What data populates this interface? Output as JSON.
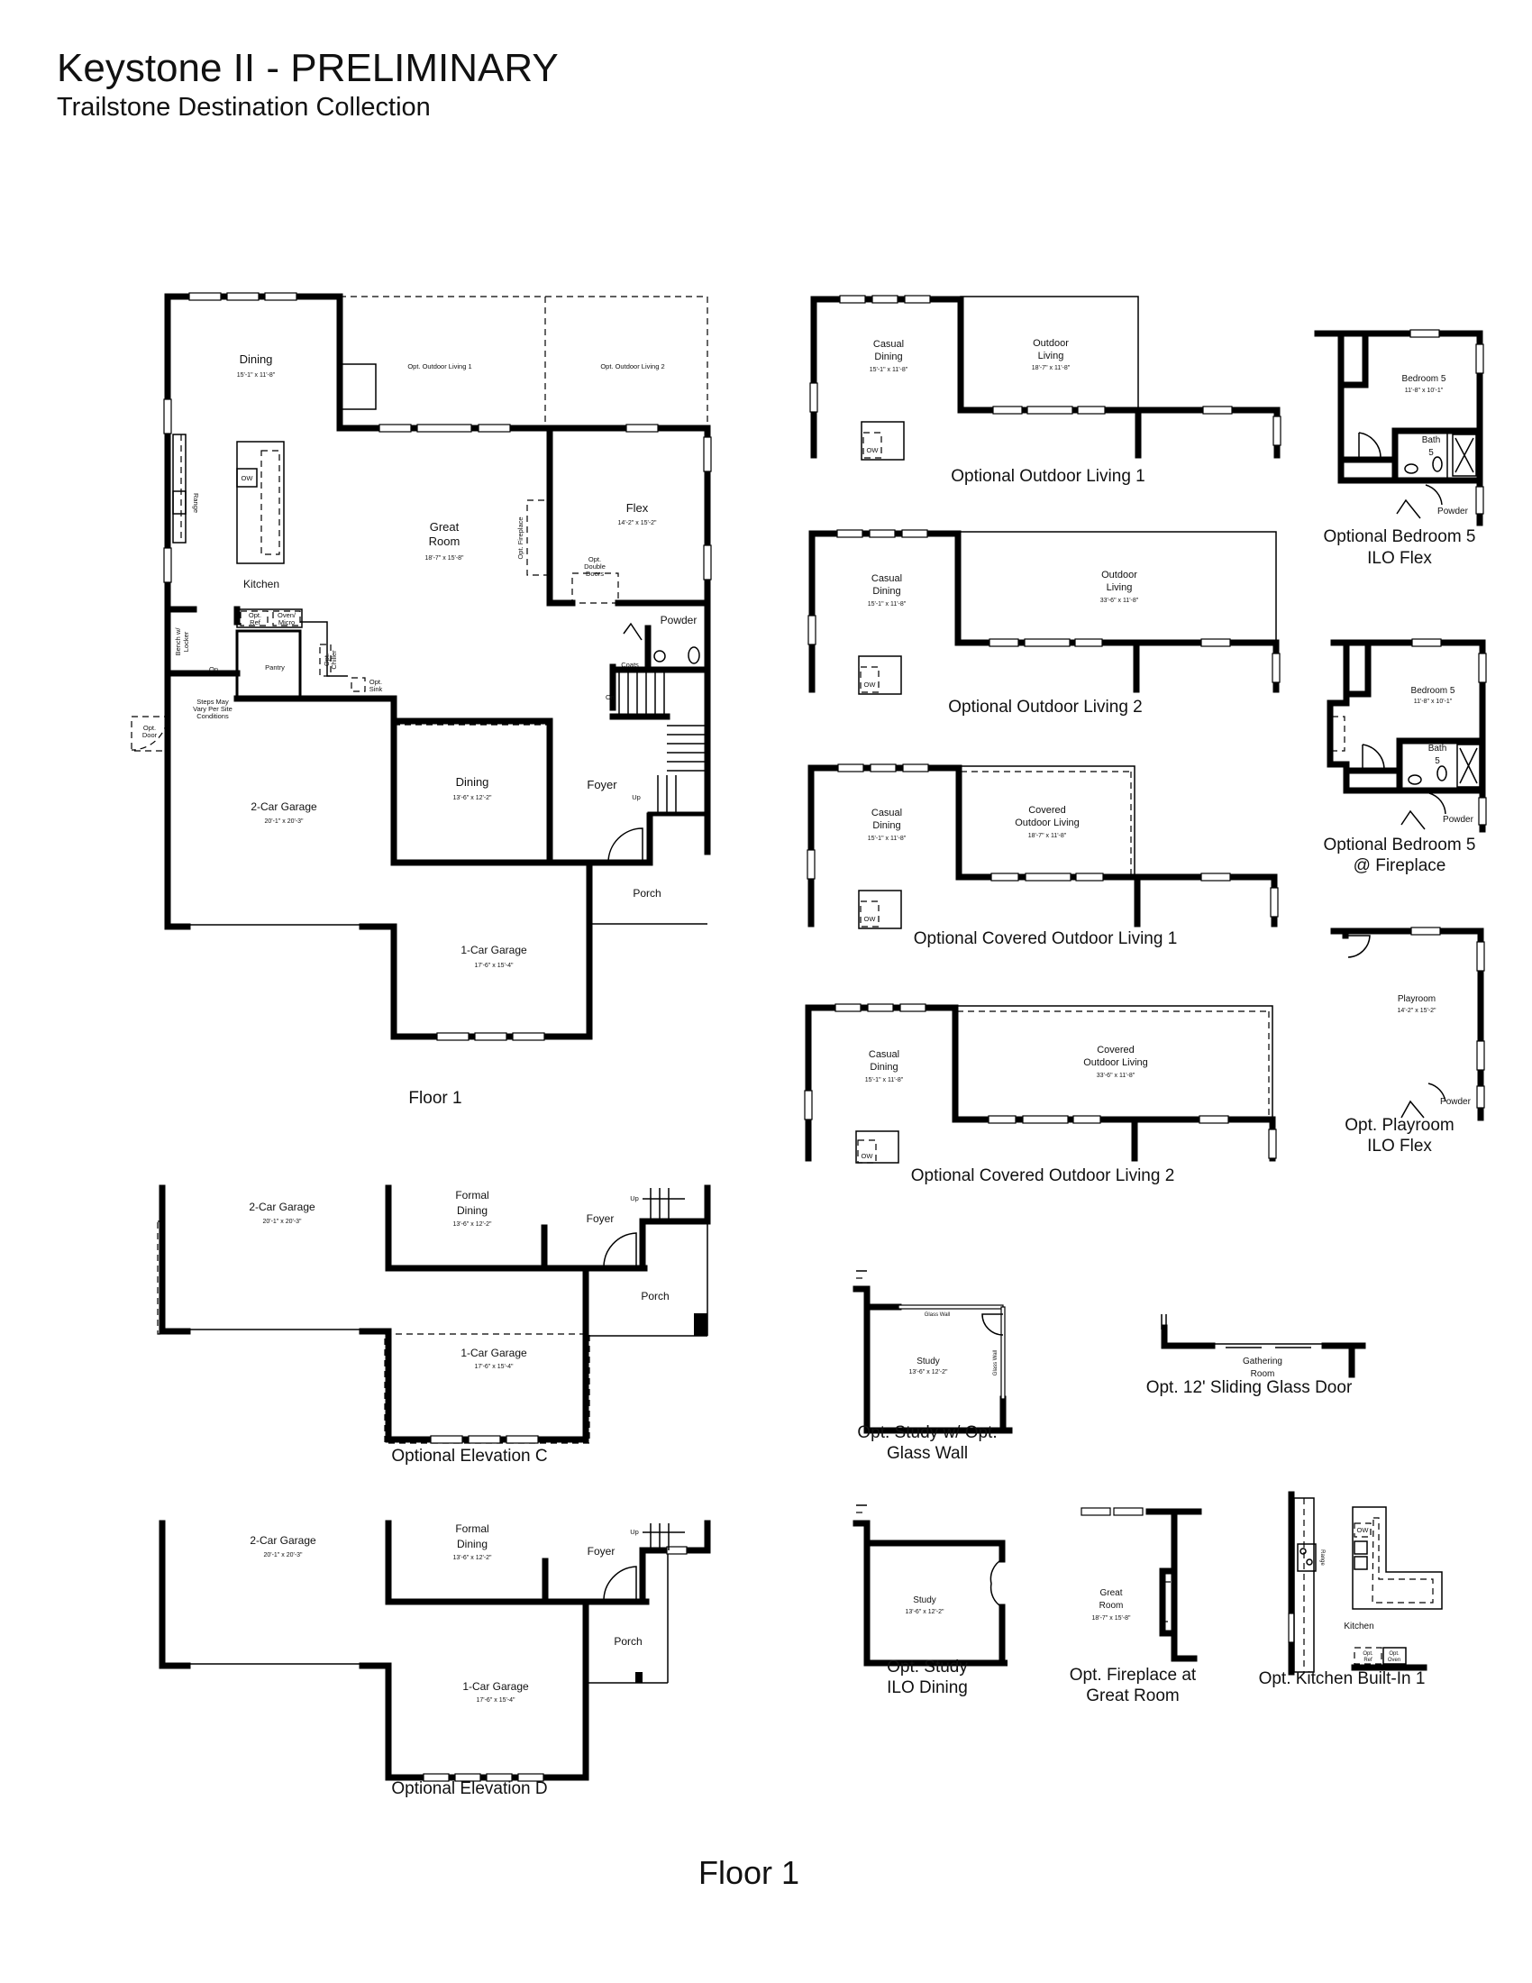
{
  "header": {
    "title": "Keystone II - PRELIMINARY",
    "subtitle": "Trailstone Destination Collection"
  },
  "main_plan": {
    "caption": "Floor 1",
    "dining": {
      "name": "Dining",
      "dim": "15'-1\" x 11'-8\""
    },
    "outdoor1": "Opt. Outdoor Living 1",
    "outdoor2": "Opt. Outdoor Living 2",
    "great_room": {
      "line1": "Great",
      "line2": "Room",
      "dim": "18'-7\" x 15'-8\""
    },
    "flex": {
      "name": "Flex",
      "dim": "14'-2\" x 15'-2\""
    },
    "kitchen": "Kitchen",
    "ow": "OW",
    "range": "Range",
    "opt_fireplace": "Opt. Fireplace",
    "opt_double_doors": [
      "Opt.",
      "Double",
      "Doors"
    ],
    "powder": "Powder",
    "coats": "Coats",
    "on1": "On",
    "on2": "On",
    "up": "Up",
    "bench": [
      "Bench w/",
      "Locker"
    ],
    "pantry": "Pantry",
    "opt_ref": [
      "Opt.",
      "Ref"
    ],
    "oven_micro": [
      "Oven/",
      "Micro"
    ],
    "opt_chiller": [
      "Opt.",
      "Chiller"
    ],
    "opt_sink": [
      "Opt.",
      "Sink"
    ],
    "steps_note": [
      "Steps May",
      "Vary Per Site",
      "Conditions"
    ],
    "opt_door": [
      "Opt.",
      "Door"
    ],
    "garage2": {
      "name": "2-Car Garage",
      "dim": "20'-1\" x 20'-3\""
    },
    "formal_dining": {
      "name": "Dining",
      "dim": "13'-6\" x 12'-2\""
    },
    "foyer": "Foyer",
    "porch": "Porch",
    "garage1": {
      "name": "1-Car Garage",
      "dim": "17'-6\" x 15'-4\""
    }
  },
  "options": {
    "outdoor_living_1": {
      "casual": [
        "Casual",
        "Dining"
      ],
      "casual_dim": "15'-1\" x 11'-8\"",
      "room": [
        "Outdoor",
        "Living"
      ],
      "room_dim": "18'-7\" x 11'-8\"",
      "ow": "OW",
      "caption": "Optional Outdoor Living 1"
    },
    "outdoor_living_2": {
      "casual": [
        "Casual",
        "Dining"
      ],
      "casual_dim": "15'-1\" x 11'-8\"",
      "room": [
        "Outdoor",
        "Living"
      ],
      "room_dim": "33'-6\" x 11'-8\"",
      "ow": "OW",
      "caption": "Optional Outdoor Living 2"
    },
    "covered_1": {
      "casual": [
        "Casual",
        "Dining"
      ],
      "casual_dim": "15'-1\" x 11'-8\"",
      "room": [
        "Covered",
        "Outdoor Living"
      ],
      "room_dim": "18'-7\" x 11'-8\"",
      "ow": "OW",
      "caption": "Optional Covered Outdoor Living 1"
    },
    "covered_2": {
      "casual": [
        "Casual",
        "Dining"
      ],
      "casual_dim": "15'-1\" x 11'-8\"",
      "room": [
        "Covered",
        "Outdoor Living"
      ],
      "room_dim": "33'-6\" x 11'-8\"",
      "ow": "OW",
      "caption": "Optional Covered Outdoor Living 2"
    },
    "bedroom5_flex": {
      "room": "Bedroom 5",
      "dim": "11'-8\" x 10'-1\"",
      "bath": [
        "Bath",
        "5"
      ],
      "powder": "Powder",
      "caption": [
        "Optional Bedroom 5",
        "ILO Flex"
      ]
    },
    "bedroom5_fireplace": {
      "room": "Bedroom 5",
      "dim": "11'-8\" x 10'-1\"",
      "bath": [
        "Bath",
        "5"
      ],
      "powder": "Powder",
      "caption": [
        "Optional Bedroom 5",
        "@ Fireplace"
      ]
    },
    "playroom": {
      "room": "Playroom",
      "dim": "14'-2\" x 15'-2\"",
      "powder": "Powder",
      "caption": [
        "Opt. Playroom",
        "ILO Flex"
      ]
    },
    "elevation_c": {
      "garage2": "2-Car Garage",
      "garage2_dim": "20'-1\" x 20'-3\"",
      "dining": [
        "Formal",
        "Dining"
      ],
      "dining_dim": "13'-6\" x 12'-2\"",
      "foyer": "Foyer",
      "porch": "Porch",
      "up": "Up",
      "garage1": "1-Car Garage",
      "garage1_dim": "17'-6\" x 15'-4\"",
      "caption": "Optional Elevation C"
    },
    "elevation_d": {
      "garage2": "2-Car Garage",
      "garage2_dim": "20'-1\" x 20'-3\"",
      "dining": [
        "Formal",
        "Dining"
      ],
      "dining_dim": "13'-6\" x 12'-2\"",
      "foyer": "Foyer",
      "porch": "Porch",
      "up": "Up",
      "garage1": "1-Car Garage",
      "garage1_dim": "17'-6\" x 15'-4\"",
      "caption": "Optional Elevation D"
    },
    "study_glass": {
      "glass_top": "Glass Wall",
      "glass_side": "Glass Wall",
      "room": "Study",
      "dim": "13'-6\" x 12'-2\"",
      "caption": [
        "Opt. Study w/ Opt.",
        "Glass Wall"
      ]
    },
    "sliding_door": {
      "room": [
        "Gathering",
        "Room"
      ],
      "caption": "Opt. 12' Sliding Glass Door"
    },
    "study_dining": {
      "room": "Study",
      "dim": "13'-6\" x 12'-2\"",
      "caption": [
        "Opt. Study",
        "ILO Dining"
      ]
    },
    "fireplace_great": {
      "room": [
        "Great",
        "Room"
      ],
      "dim": "18'-7\" x 15'-8\"",
      "caption": [
        "Opt. Fireplace at",
        "Great Room"
      ]
    },
    "kitchen_builtin": {
      "kitchen": "Kitchen",
      "ow": "OW",
      "range": "Range",
      "opt_ref": [
        "Opt.",
        "Ref"
      ],
      "opt_oven": [
        "Opt.",
        "Oven"
      ],
      "caption": "Opt. Kitchen Built-In 1"
    }
  },
  "footer": {
    "page_label": "Floor 1"
  }
}
